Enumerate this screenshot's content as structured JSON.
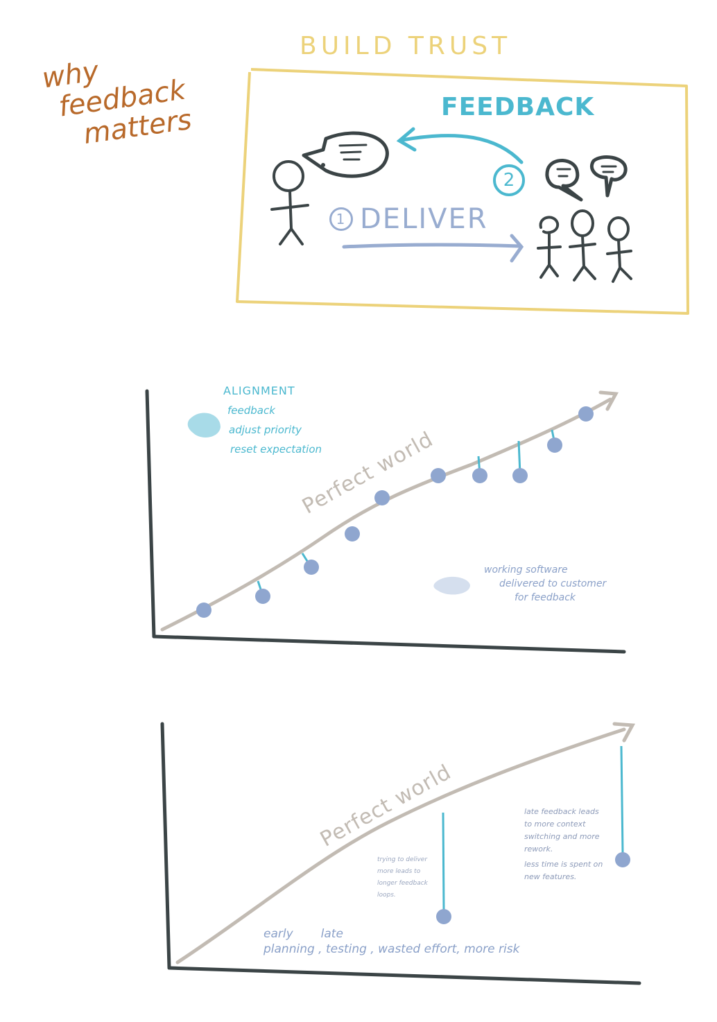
{
  "title": {
    "line1": "why",
    "line2": "feedback",
    "line3": "matters"
  },
  "trust_panel": {
    "heading": "BUILD TRUST",
    "feedback_label": "FEEDBACK",
    "step2_number": "2",
    "step1_number": "1",
    "deliver_label": "DELIVER"
  },
  "chart1": {
    "legend_heading": "ALIGNMENT",
    "legend_items": [
      "feedback",
      "adjust priority",
      "reset expectation"
    ],
    "curve_label": "Perfect world",
    "dots_note": [
      "working software",
      "delivered to customer",
      "for feedback"
    ]
  },
  "chart2": {
    "curve_label": "Perfect world",
    "middle_note": [
      "trying to deliver",
      "more leads to",
      "longer feedback",
      "loops."
    ],
    "right_note": [
      "late feedback leads",
      "to more context",
      "switching and more",
      "rework.",
      "less time is spent on",
      "new features."
    ],
    "early": "early",
    "late": "late",
    "bottom_line": "planning , testing , wasted effort, more risk"
  },
  "colors": {
    "title": "#b8692a",
    "frame": "#ecd27a",
    "feedback": "#4bb8cf",
    "deliver": "#98acd0",
    "stick": "#3b4446",
    "curve": "#c2bbb3",
    "dot": "#8fa6cf",
    "axis": "#3b4446"
  }
}
